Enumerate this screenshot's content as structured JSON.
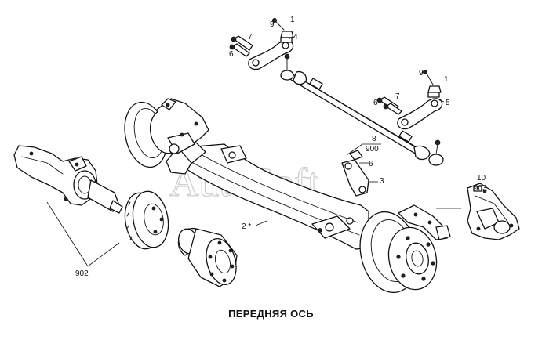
{
  "title": "ПЕРЕДНЯЯ ОСЬ",
  "watermark": "AutoSoft",
  "callouts": {
    "c1_top": "1",
    "c9_top": "9",
    "c4": "4",
    "c7_top": "7",
    "c6_top": "6",
    "c9_right": "9",
    "c1_right": "1",
    "c5": "5",
    "c7_mid": "7",
    "c6_mid": "6",
    "c8": "8",
    "c900": "900",
    "c6_lower": "6",
    "c3": "3",
    "c10": "10",
    "c903": "903",
    "c2": "2 *",
    "c902": "902"
  }
}
